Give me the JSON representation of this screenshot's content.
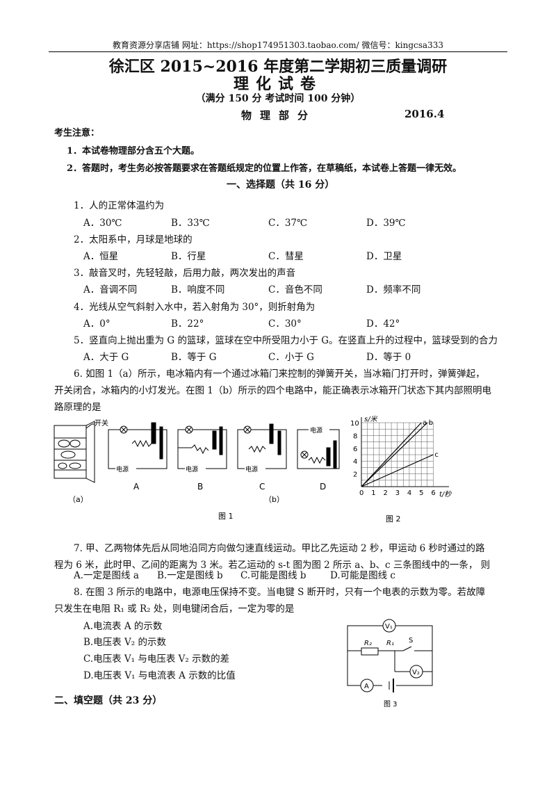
{
  "header": "教育资源分享店铺   网址：https://shop174951303.taobao.com/        微信号：kingcsa333",
  "title1": "徐汇区 2015~2016 年度第二学期初三质量调研",
  "title2": "理化试卷",
  "subtitle": "（满分 150 分   考试时间 100 分钟）",
  "part": "物理部分",
  "date": "2016.4",
  "notice": {
    "heading": "考生注意：",
    "item1": "1．本试卷物理部分含五个大题。",
    "item2": "2．答题时，考生务必按答题要求在答题纸规定的位置上作答，在草稿纸，本试卷上答题一律无效。"
  },
  "section1": "一、选择题（共 16 分）",
  "q1": {
    "stem": "1．人的正常体温约为",
    "a": "A．30℃",
    "b": "B．33℃",
    "c": "C．37℃",
    "d": "D．39℃"
  },
  "q2": {
    "stem": "2．太阳系中，月球是地球的",
    "a": "A．恒星",
    "b": "B．行星",
    "c": "C．彗星",
    "d": "D．卫星"
  },
  "q3": {
    "stem": "3．敲音叉时，先轻轻敲，后用力敲，两次发出的声音",
    "a": "A．音调不同",
    "b": "B．响度不同",
    "c": "C．音色不同",
    "d": "D．频率不同"
  },
  "q4": {
    "stem": "4．光线从空气斜射入水中，若入射角为 30°，则折射角为",
    "a": "A．0°",
    "b": "B．22°",
    "c": "C．30°",
    "d": "D．42°"
  },
  "q5": {
    "stem": "5．竖直向上抛出重为 G 的篮球，篮球在空中所受阻力小于 G。在竖直上升的过程中，篮球受到的合力",
    "a": "A．大于 G",
    "b": "B．等于 G",
    "c": "C．小于 G",
    "d": "D．等于 0"
  },
  "q6": {
    "line1": "6. 如图 1（a）所示，电冰箱内有一个通过冰箱门来控制的弹簧开关，当冰箱门打开时，弹簧弹起，",
    "line2": "开关闭合，冰箱内的小灯发光。在图 1（b）所示的四个电路中，能正确表示冰箱开门状态下其内部照明电",
    "line3": "路原理的是"
  },
  "fig1": {
    "switch_label": "开关",
    "power_label": "电源",
    "labels": [
      "A",
      "B",
      "C",
      "D"
    ],
    "sub_a": "（a）",
    "sub_b": "（b）",
    "caption": "图 1"
  },
  "fig2": {
    "ylabel": "s/米",
    "xlabel": "t/秒",
    "line_a": "a",
    "line_b": "b",
    "line_c": "c",
    "caption": "图 2"
  },
  "chart_data": {
    "type": "line",
    "xlabel": "t/秒",
    "ylabel": "s/米",
    "x_ticks": [
      "0",
      "1",
      "2",
      "3",
      "4",
      "5",
      "6"
    ],
    "y_ticks": [
      "2",
      "4",
      "6",
      "8",
      "10"
    ],
    "xlim": [
      0,
      6.5
    ],
    "ylim": [
      0,
      10
    ],
    "series": [
      {
        "name": "a",
        "x": [
          0,
          5
        ],
        "y": [
          0,
          10
        ]
      },
      {
        "name": "b",
        "x": [
          0,
          5.5
        ],
        "y": [
          0,
          10
        ]
      },
      {
        "name": "c",
        "x": [
          0,
          6
        ],
        "y": [
          0,
          5
        ]
      }
    ],
    "grid": true
  },
  "q7": {
    "line1": "7. 甲、乙两物体先后从同地沿同方向做匀速直线运动。甲比乙先运动 2 秒，甲运动 6 秒时通过的路",
    "line2": "程为 6 米，此时甲、乙间的距离为 3 米。若乙运动的 s-t 图为图 2 所示 a、b、c 三条图线中的一条， 则",
    "a": "A.一定是图线 a",
    "b": "B.一定是图线 b",
    "c": "C.可能是图线 b",
    "d": "D.可能是图线 c"
  },
  "q8": {
    "line1": "8. 在图 3 所示的电路中，电源电压保持不变。当电键 S 断开时，只有一个电表的示数为零。若故障",
    "line2": "只发生在电阻 R₁ 或 R₂ 处，则电键闭合后，一定为零的是",
    "a": "A.电流表 A 的示数",
    "b": "B.电压表 V₂ 的示数",
    "c": "C.电压表 V₁ 与电压表 V₂ 示数的差",
    "d": "D.电压表 V₁ 与电流表 A 示数的比值"
  },
  "fig3": {
    "v1": "V₁",
    "v2": "V₂",
    "r1": "R₁",
    "r2": "R₂",
    "s": "S",
    "a": "A",
    "caption": "图 3"
  },
  "section2": "二、填空题（共 23 分）"
}
